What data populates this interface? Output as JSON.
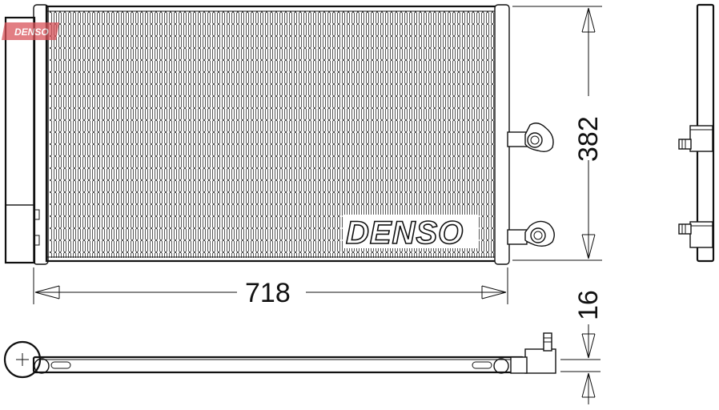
{
  "diagram": {
    "brand_logo": "DENSO",
    "watermark": "DENSO",
    "dimensions": {
      "width": "718",
      "height": "382",
      "depth": "16"
    },
    "colors": {
      "line": "#111111",
      "background": "#ffffff",
      "watermark": "#d9535a"
    }
  }
}
